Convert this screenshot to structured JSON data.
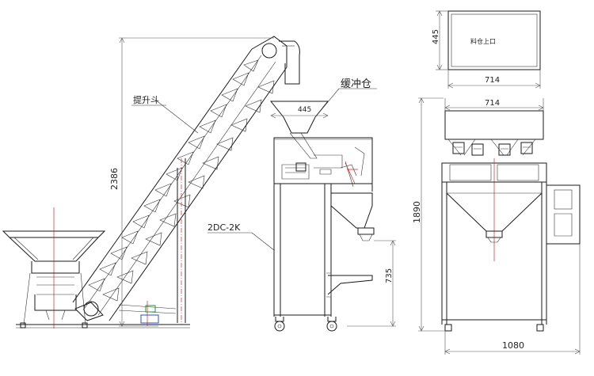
{
  "labels": {
    "elevator": "提升斗",
    "buffer_bin": "缓冲仓",
    "model": "2DC-2K",
    "hopper_top": "料仓上口"
  },
  "dimensions": {
    "elevator_height": "2386",
    "buffer_width": "445",
    "hopper_top_height": "445",
    "hopper_top_width": "714",
    "machine_width": "714",
    "machine_height": "1890",
    "outlet_height": "735",
    "base_width": "1080"
  },
  "colors": {
    "line": "#1a1a1a",
    "center_line": "#dd2222",
    "blue_mark": "#2a4fd6",
    "green_mark": "#1a9a3a"
  }
}
